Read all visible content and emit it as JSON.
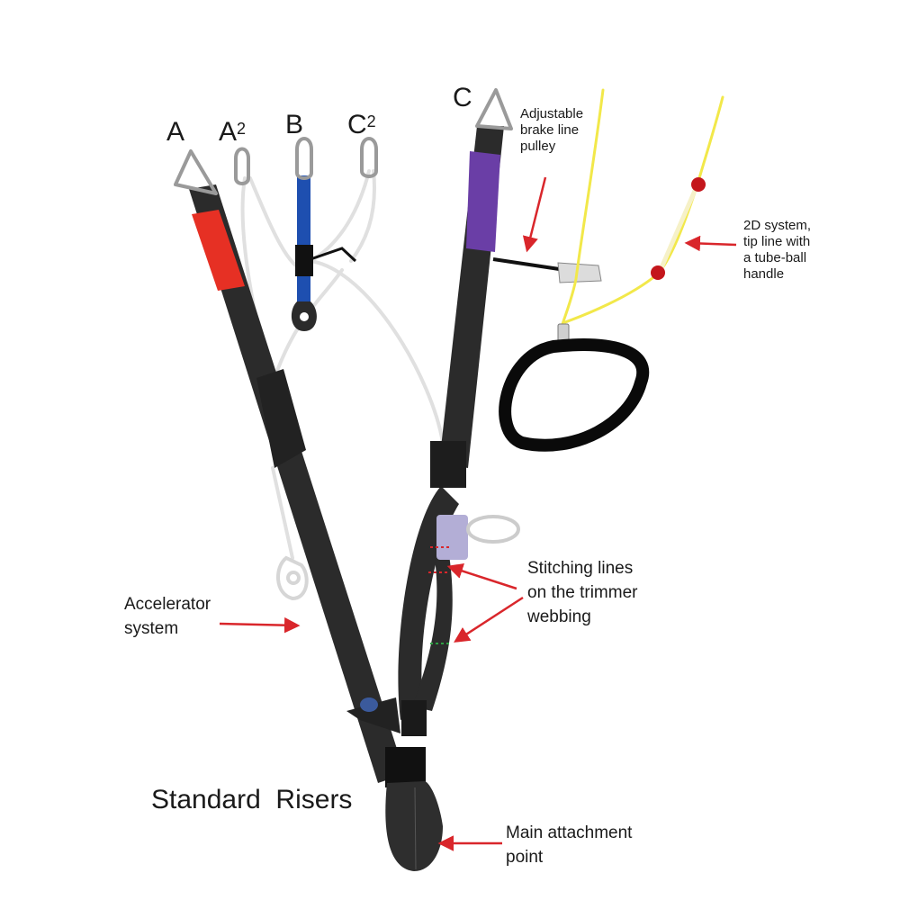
{
  "riser_labels": {
    "a": {
      "letter": "A",
      "sup": ""
    },
    "a2": {
      "letter": "A",
      "sup": "2"
    },
    "b": {
      "letter": "B",
      "sup": ""
    },
    "c2": {
      "letter": "C",
      "sup": "2"
    },
    "c": {
      "letter": "C",
      "sup": ""
    }
  },
  "annotations": {
    "brake_pulley": "Adjustable\nbrake line\npulley",
    "tip_line": "2D system,\ntip line with\na tube-ball\nhandle",
    "accelerator": "Accelerator\nsystem",
    "stitching": "Stitching lines\non the trimmer\nwebbing",
    "main_attachment": "Main attachment\npoint"
  },
  "title": "Standard  Risers",
  "colors": {
    "webbing": "#2b2b2b",
    "a_sleeve": "#e63024",
    "b_sleeve": "#1e4fb0",
    "c_sleeve": "#6a3ea6",
    "line_white": "#e0e0e0",
    "tip_line": "#f2e84a",
    "ball": "#c4161c",
    "arrow": "#d9262b",
    "handle": "#0a0a0a"
  }
}
